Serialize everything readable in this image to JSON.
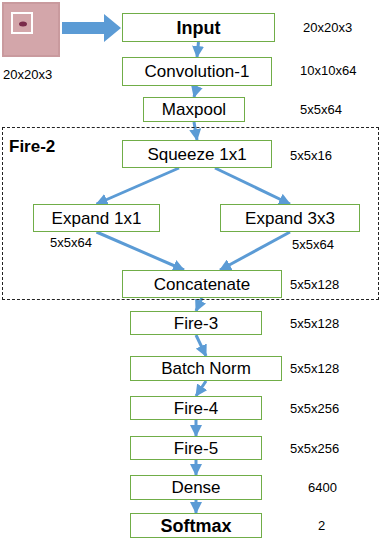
{
  "diagram": {
    "nodes": [
      {
        "text": [
          "Input"
        ]
      },
      {
        "text": [
          "Convolution-1"
        ]
      },
      {
        "text": [
          "Maxpool"
        ]
      },
      {
        "text": [
          "Fire-2"
        ]
      },
      {
        "text": [
          "Squeeze 1x1"
        ],
        "in": 3
      },
      {
        "text": [
          "Expand 1x1"
        ],
        "in": 3
      },
      {
        "text": [
          "Expand 3x3"
        ],
        "in": 3
      },
      {
        "text": [
          "Concatenate"
        ],
        "in": 3
      },
      {
        "text": [
          "Fire-3"
        ]
      },
      {
        "text": [
          "Batch Norm"
        ]
      },
      {
        "text": [
          "Fire-4"
        ]
      },
      {
        "text": [
          "Fire-5"
        ]
      },
      {
        "text": [
          "Dense"
        ]
      },
      {
        "text": [
          "Softmax"
        ]
      }
    ],
    "edges": [
      {
        "from": 0,
        "to": 1,
        "arrow": "to"
      },
      {
        "from": 1,
        "to": 2,
        "arrow": "to"
      },
      {
        "from": 2,
        "to": 4,
        "arrow": "to"
      },
      {
        "from": 4,
        "to": 5,
        "arrow": "to"
      },
      {
        "from": 4,
        "to": 6,
        "arrow": "to"
      },
      {
        "from": 5,
        "to": 7,
        "arrow": "to"
      },
      {
        "from": 6,
        "to": 7,
        "arrow": "to"
      },
      {
        "from": 7,
        "to": 8,
        "arrow": "to"
      },
      {
        "from": 8,
        "to": 9,
        "arrow": "to"
      },
      {
        "from": 9,
        "to": 10,
        "arrow": "to"
      },
      {
        "from": 10,
        "to": 11,
        "arrow": "to"
      },
      {
        "from": 11,
        "to": 12,
        "arrow": "to"
      },
      {
        "from": 12,
        "to": 13,
        "arrow": "to"
      }
    ],
    "labels": [
      "20x20x3",
      "20x20x3",
      "10x10x64",
      "5x5x64",
      "5x5x16",
      "5x5x64",
      "5x5x64",
      "5x5x128",
      "5x5x128",
      "5x5x128",
      "5x5x256",
      "5x5x256",
      "6400",
      "2"
    ]
  }
}
